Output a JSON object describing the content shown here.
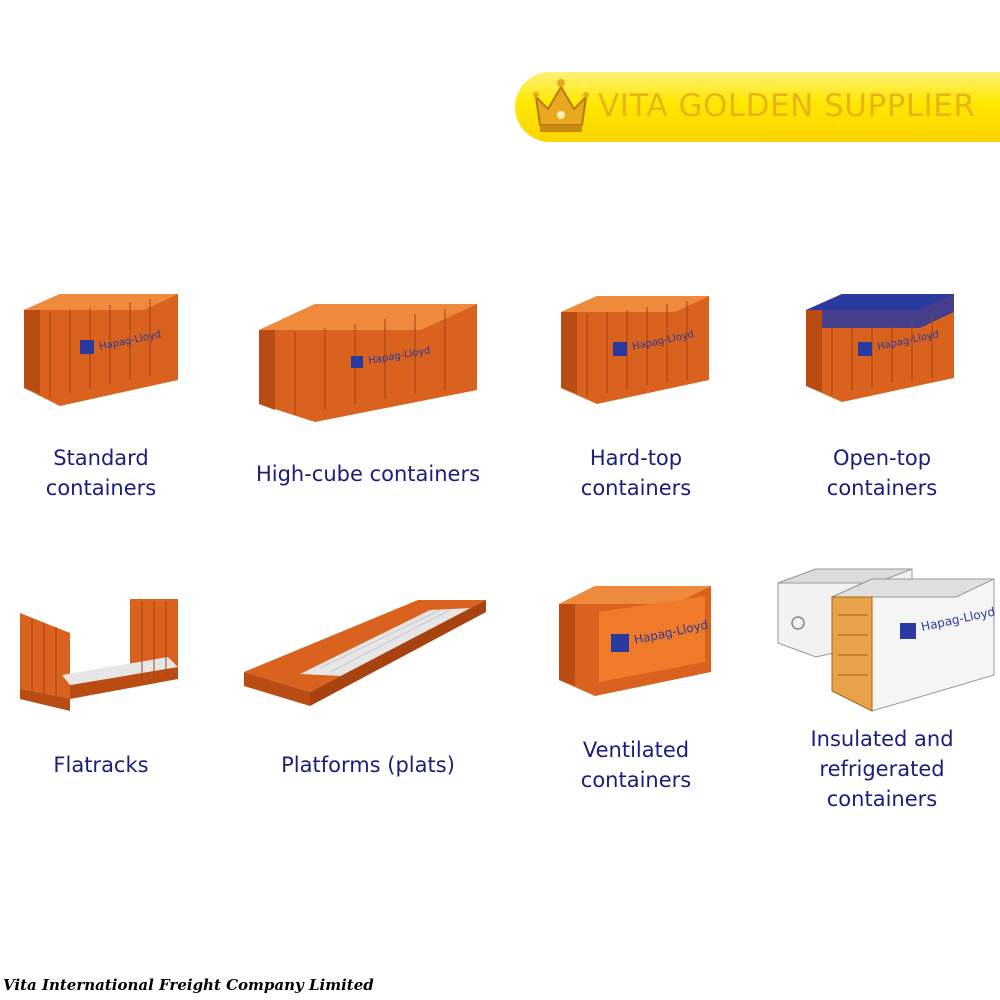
{
  "banner": {
    "text": "VITA GOLDEN SUPPLIER",
    "icon": "crown-icon"
  },
  "containers": [
    {
      "lines": [
        "Standard",
        "containers"
      ],
      "image": "standard-container-image"
    },
    {
      "lines": [
        "High-cube containers"
      ],
      "image": "high-cube-container-image"
    },
    {
      "lines": [
        "Hard-top",
        "containers"
      ],
      "image": "hard-top-container-image"
    },
    {
      "lines": [
        "Open-top",
        "containers"
      ],
      "image": "open-top-container-image"
    },
    {
      "lines": [
        "Flatracks"
      ],
      "image": "flatrack-image"
    },
    {
      "lines": [
        "Platforms (plats)"
      ],
      "image": "platform-image"
    },
    {
      "lines": [
        "Ventilated",
        "containers"
      ],
      "image": "ventilated-container-image"
    },
    {
      "lines": [
        "Insulated and",
        "refrigerated",
        "containers"
      ],
      "image": "refrigerated-container-image"
    }
  ],
  "container_brand": "Hapag-Lloyd",
  "footer": {
    "company": "Vita International Freight Company Limited"
  },
  "colors": {
    "container_orange": "#d9621e",
    "label_blue": "#1c1c7c",
    "banner_yellow": "#ffe800",
    "banner_text": "#e8b417",
    "logo_blue": "#2a3aa0"
  }
}
